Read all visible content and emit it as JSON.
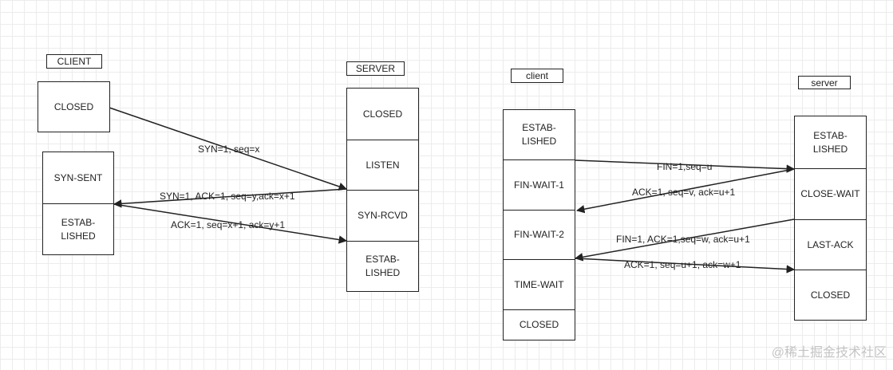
{
  "handshake": {
    "client_label": "CLIENT",
    "server_label": "SERVER",
    "client_states": [
      "CLOSED",
      "SYN-SENT",
      "ESTAB-\nLISHED"
    ],
    "server_states": [
      "CLOSED",
      "LISTEN",
      "SYN-RCVD",
      "ESTAB-\nLISHED"
    ],
    "messages": [
      "SYN=1, seq=x",
      "SYN=1, ACK=1, seq=y,ack=x+1",
      "ACK=1, seq=x+1, ack=y+1"
    ]
  },
  "teardown": {
    "client_label": "client",
    "server_label": "server",
    "client_states": [
      "ESTAB-\nLISHED",
      "FIN-WAIT-1",
      "FIN-WAIT-2",
      "TIME-WAIT",
      "CLOSED"
    ],
    "server_states": [
      "ESTAB-\nLISHED",
      "CLOSE-WAIT",
      "LAST-ACK",
      "CLOSED"
    ],
    "messages": [
      "FIN=1,seq=u",
      "ACK=1, seq=v, ack=u+1",
      "FIN=1, ACK=1,seq=w, ack=u+1",
      "ACK=1, seq=u+1, ack=w+1"
    ]
  },
  "watermark": "@稀土掘金技术社区"
}
